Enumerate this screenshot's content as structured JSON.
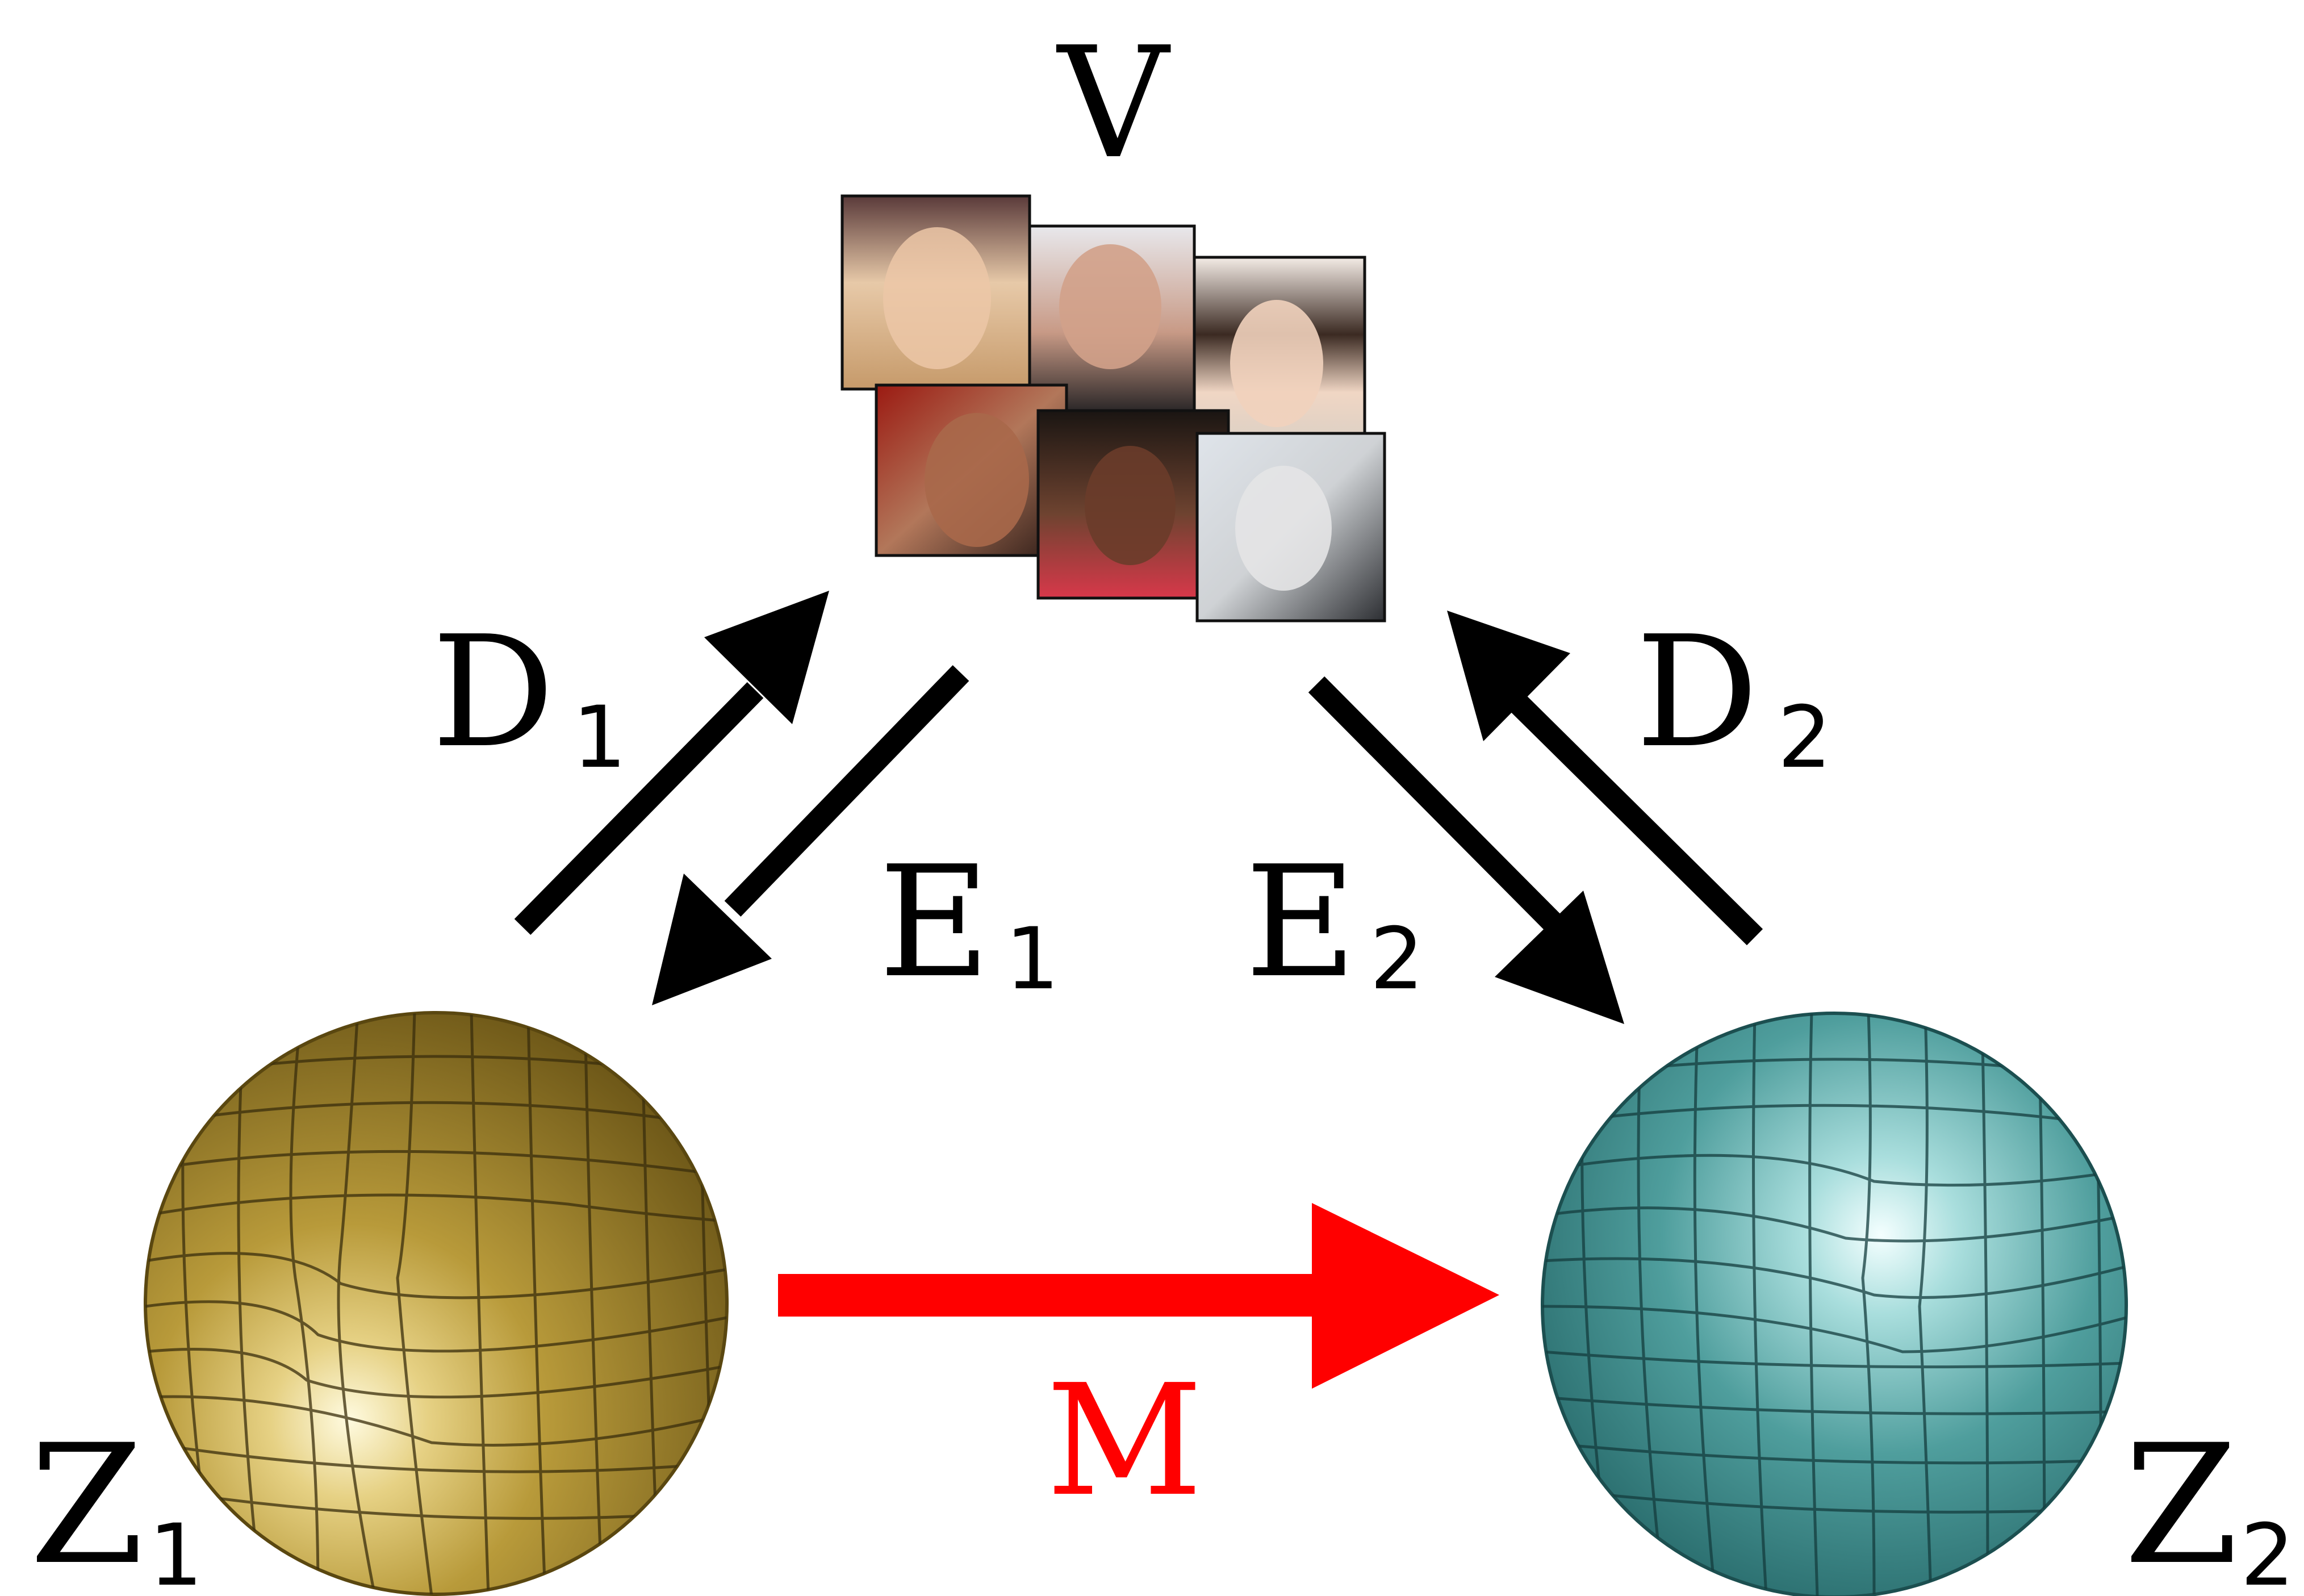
{
  "labels": {
    "center": "V",
    "left_decoder": {
      "base": "D",
      "sub": "1"
    },
    "left_encoder": {
      "base": "E",
      "sub": "1"
    },
    "right_encoder": {
      "base": "E",
      "sub": "2"
    },
    "right_decoder": {
      "base": "D",
      "sub": "2"
    },
    "left_latent": {
      "base": "Z",
      "sub": "1"
    },
    "right_latent": {
      "base": "Z",
      "sub": "2"
    },
    "mapping": "M"
  },
  "colors": {
    "text": "#000000",
    "arrow": "#000000",
    "mapping_arrow": "#ff0000",
    "sphere_left": "#9a7f2a",
    "sphere_right": "#3f8f8e"
  },
  "face_photos": [
    {
      "name": "face-photo-blonde-woman"
    },
    {
      "name": "face-photo-older-man"
    },
    {
      "name": "face-photo-young-woman-dark-hair"
    },
    {
      "name": "face-photo-man-smiling"
    },
    {
      "name": "face-photo-woman-curly-hair"
    },
    {
      "name": "face-photo-woman-pale"
    }
  ]
}
